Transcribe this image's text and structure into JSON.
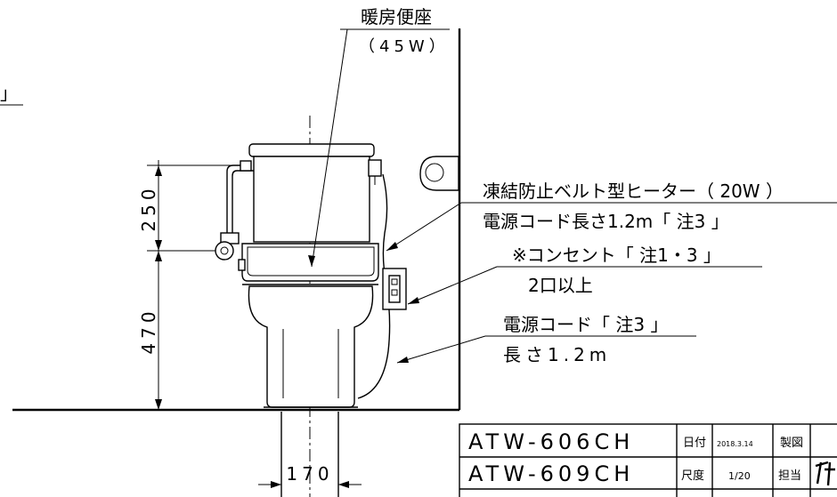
{
  "labels": {
    "seat_title": "暖房便座",
    "seat_power": "（45W）",
    "heater": "凍結防止ベルト型ヒーター（ 20W ）",
    "heater_cord": "電源コード長さ1.2m「 注3 」",
    "outlet": "※コンセント「 注1・3 」",
    "outlet_ports": "2口以上",
    "cord": "電源コード「 注3 」",
    "cord_length": "長さ1.2m",
    "corner_bracket": "」"
  },
  "dimensions": {
    "height_upper": "250",
    "height_lower": "470",
    "floor_width": "170"
  },
  "title_block": {
    "model_1": "ATW-606CH",
    "model_2": "ATW-609CH",
    "date_label": "日付",
    "date_value": "2018.3.14",
    "drawn_label": "製図",
    "scale_label": "尺度",
    "scale_value": "1/20",
    "charge_label": "担当"
  }
}
